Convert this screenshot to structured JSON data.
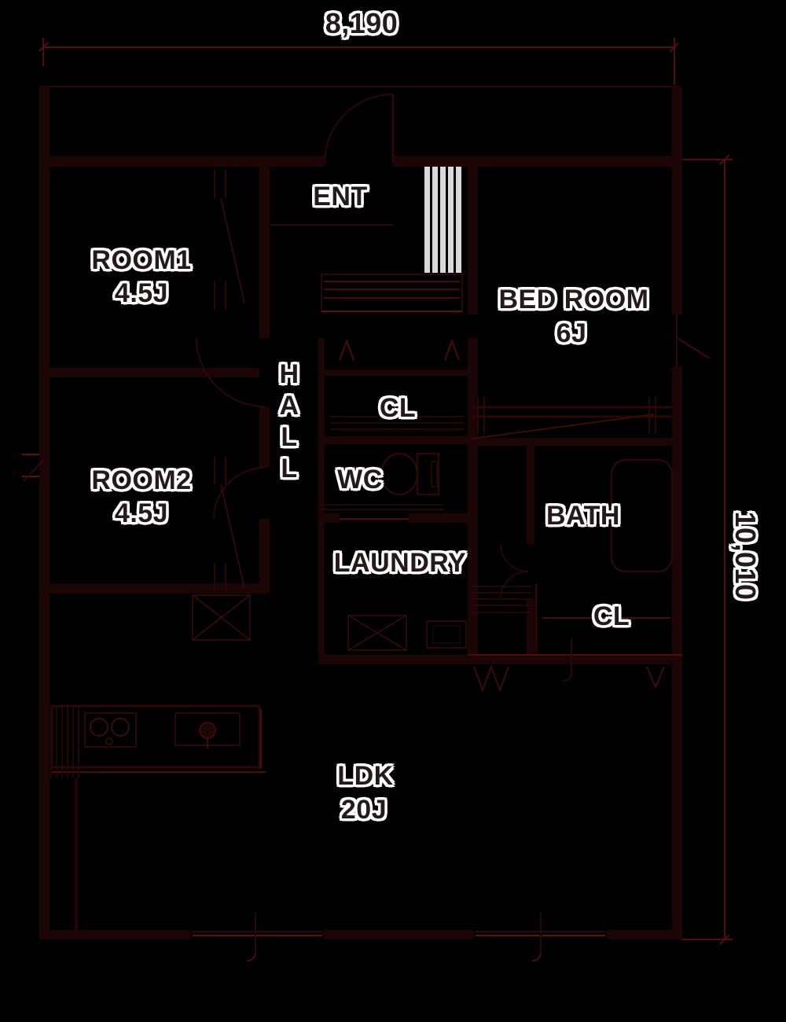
{
  "dimensions": {
    "width_label": "8,190",
    "height_label": "10,010"
  },
  "rooms": {
    "ent": "ENT",
    "room1": "ROOM1",
    "room1_size": "4.5J",
    "room2": "ROOM2",
    "room2_size": "4.5J",
    "bedroom": "BED ROOM",
    "bedroom_size": "6J",
    "hall": "H\nA\nL\nL",
    "closet_upper": "CL",
    "wc": "WC",
    "bath": "BATH",
    "laundry": "LAUNDRY",
    "closet_lower": "CL",
    "ldk": "LDK",
    "ldk_size": "20J"
  },
  "colors": {
    "background": "#000000",
    "wall": "#1b0505",
    "thin_line": "#2a0808",
    "accent_red": "#5a1212",
    "dimension_line": "#4f0f0f",
    "cabinet_gray": "#d9d9d9",
    "label_fill": "#241a1c",
    "label_halo": "#ffffff"
  }
}
